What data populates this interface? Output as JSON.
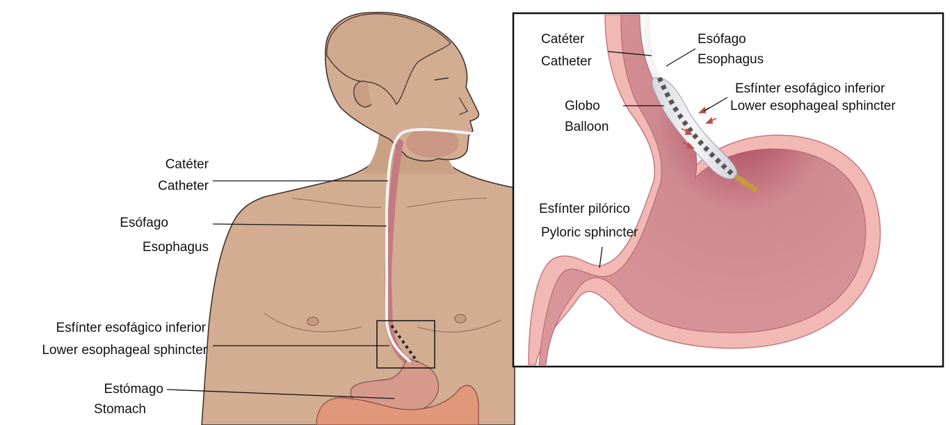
{
  "main_labels": {
    "catheter_es": "Catéter",
    "catheter_en": "Catheter",
    "esophagus_es": "Esófago",
    "esophagus_en": "Esophagus",
    "les_es": "Esfínter esofágico inferior",
    "les_en": "Lower esophageal sphincter",
    "stomach_es": "Estómago",
    "stomach_en": "Stomach"
  },
  "inset_labels": {
    "catheter_es": "Catéter",
    "catheter_en": "Catheter",
    "esophagus_es": "Esófago",
    "esophagus_en": "Esophagus",
    "balloon_es": "Globo",
    "balloon_en": "Balloon",
    "les_es": "Esfínter esofágico inferior",
    "les_en": "Lower esophageal sphincter",
    "pylorus_es": "Esfínter pilórico",
    "pylorus_en": "Pyloric sphincter"
  },
  "colors": {
    "skin": "#d2ad92",
    "skin_outline": "#3a2a22",
    "stomach_wall": "#f2b8b4",
    "stomach_inner": "#cf8a90",
    "intestine": "#e0977a",
    "catheter": "#f4f4f4"
  }
}
